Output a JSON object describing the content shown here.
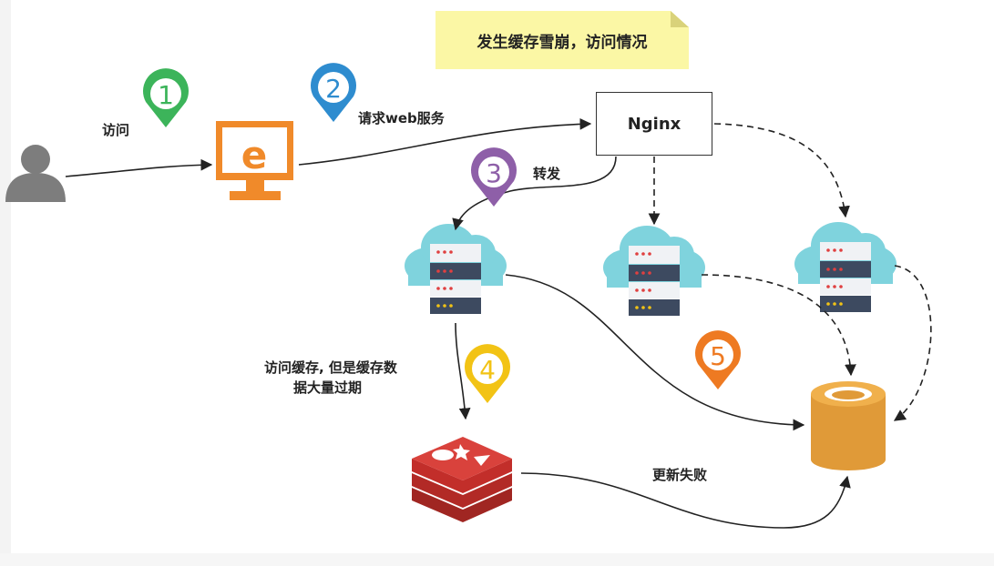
{
  "note": {
    "text": "发生缓存雪崩，访问情况"
  },
  "nodes": {
    "nginx": "Nginx"
  },
  "steps": {
    "step1": {
      "number": "1",
      "label": "访问",
      "color": "#3cb45a"
    },
    "step2": {
      "number": "2",
      "label": "请求web服务",
      "color": "#2e8ccf"
    },
    "step3": {
      "number": "3",
      "label": "转发",
      "color": "#8e5fa8"
    },
    "step4": {
      "number": "4",
      "label_line1": "访问缓存, 但是缓存数",
      "label_line2": "据大量过期",
      "color": "#f2c315"
    },
    "step5": {
      "number": "5",
      "color": "#ee7a22"
    }
  },
  "edges": {
    "update_failed": "更新失败"
  },
  "colors": {
    "browser": "#f08a2a",
    "cloud": "#7fd3dd",
    "server": "#3d4a60",
    "redis": "#c9302c",
    "database": "#e09a38"
  }
}
